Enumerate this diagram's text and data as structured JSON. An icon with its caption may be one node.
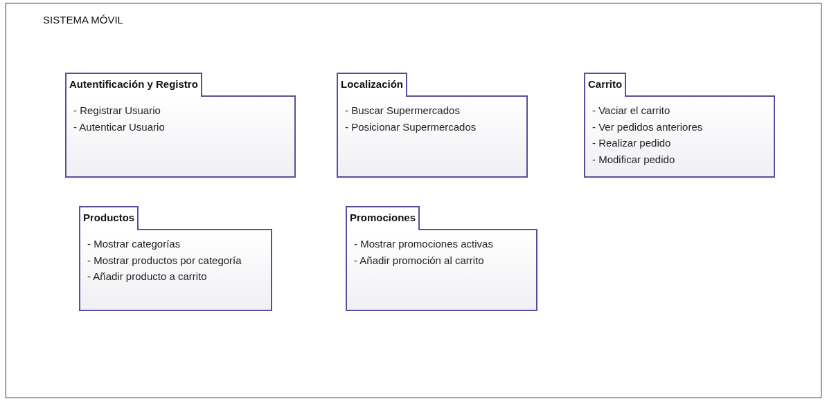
{
  "diagram": {
    "title": "SISTEMA MÓVIL",
    "nodes": [
      {
        "text": [
          "Autentificación y Registro",
          "- Registrar Usuario",
          "- Autenticar Usuario"
        ]
      },
      {
        "text": [
          "Localización",
          "- Buscar Supermercados",
          "- Posicionar Supermercados"
        ]
      },
      {
        "text": [
          "Carrito",
          "- Vaciar el carrito",
          "- Ver pedidos anteriores",
          "- Realizar pedido",
          "- Modificar pedido"
        ]
      },
      {
        "text": [
          "Productos",
          "- Mostrar categorías",
          "- Mostrar productos por categoría",
          "- Añadir producto a carrito"
        ]
      },
      {
        "text": [
          "Promociones",
          "- Mostrar promociones activas",
          "- Añadir promoción al carrito"
        ]
      }
    ]
  }
}
